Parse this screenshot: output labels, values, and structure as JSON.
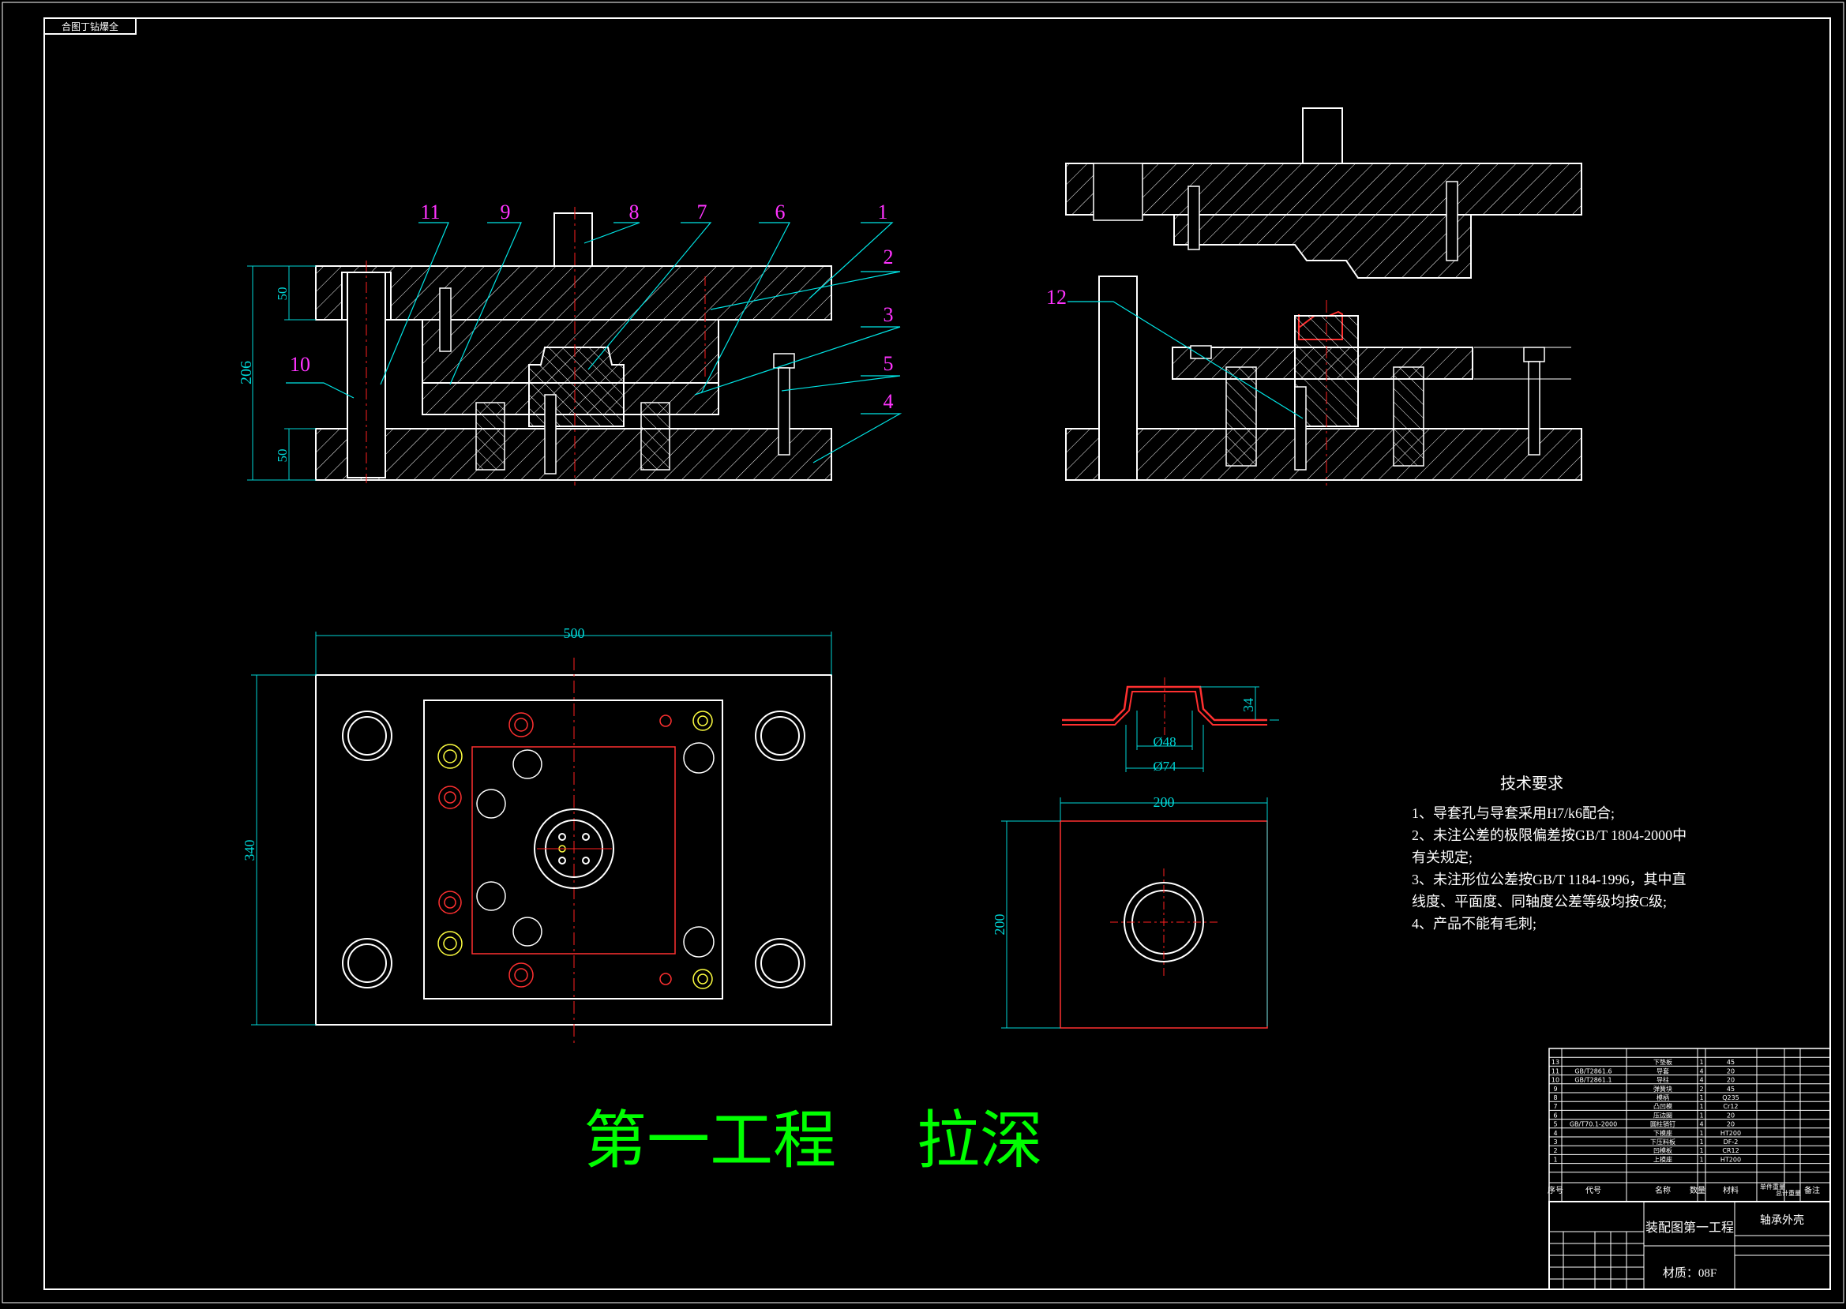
{
  "corner_tag": "合图丁钻爆全",
  "process_title": "第一工程    拉深",
  "colors": {
    "background": "#000000",
    "outline": "#ffffff",
    "dimension": "#00d6d6",
    "balloon_text": "#ff33ff",
    "leader": "#00e5e5",
    "centerline": "#ff2020",
    "part_line": "#ff3030",
    "title_green": "#00ff00",
    "bolt_yellow": "#ffff40"
  },
  "front_view": {
    "dims": {
      "total_height": "206",
      "top_plate": "50",
      "bottom_plate": "50"
    },
    "balloons": [
      "11",
      "9",
      "8",
      "7",
      "6",
      "1",
      "2",
      "3",
      "5",
      "4",
      "10"
    ]
  },
  "side_view": {
    "balloons": [
      "12"
    ]
  },
  "plan_view": {
    "dims": {
      "width": "500",
      "height": "340"
    }
  },
  "part_sketch": {
    "dims": {
      "height": "34",
      "inner_dia": "Ø48",
      "outer_dia": "Ø74"
    }
  },
  "blank_view": {
    "dims": {
      "width": "200",
      "height": "200"
    }
  },
  "tech_requirements": {
    "heading": "技术要求",
    "lines": [
      "1、导套孔与导套采用H7/k6配合;",
      "2、未注公差的极限偏差按GB/T 1804-2000中",
      "    有关规定;",
      "3、未注形位公差按GB/T 1184-1996，其中直",
      "    线度、平面度、同轴度公差等级均按C级;",
      "4、产品不能有毛刺;"
    ]
  },
  "parts_list": {
    "rows": [
      [
        "13",
        "",
        "下垫板",
        "1",
        "45"
      ],
      [
        "11",
        "GB/T2861.6",
        "导套",
        "4",
        "20"
      ],
      [
        "10",
        "GB/T2861.1",
        "导柱",
        "4",
        "20"
      ],
      [
        "9",
        "",
        "弹簧块",
        "2",
        "45"
      ],
      [
        "8",
        "",
        "模柄",
        "1",
        "Q235"
      ],
      [
        "7",
        "",
        "凸凹模",
        "1",
        "Cr12"
      ],
      [
        "6",
        "",
        "压边圈",
        "1",
        "20"
      ],
      [
        "5",
        "GB/T70.1-2000",
        "圆柱销钉",
        "4",
        "20"
      ],
      [
        "4",
        "",
        "下模座",
        "1",
        "HT200"
      ],
      [
        "3",
        "",
        "下压料板",
        "1",
        "DF-2"
      ],
      [
        "2",
        "",
        "凹模板",
        "1",
        "CR12"
      ],
      [
        "1",
        "",
        "上模座",
        "1",
        "HT200"
      ]
    ],
    "header": [
      "序号",
      "代号",
      "名称",
      "数量",
      "材料",
      "单件重量",
      "总计重量",
      "备注"
    ]
  },
  "title_block": {
    "drawing_title": "装配图第一工程",
    "part_name": "轴承外壳",
    "material": "材质：08F"
  }
}
